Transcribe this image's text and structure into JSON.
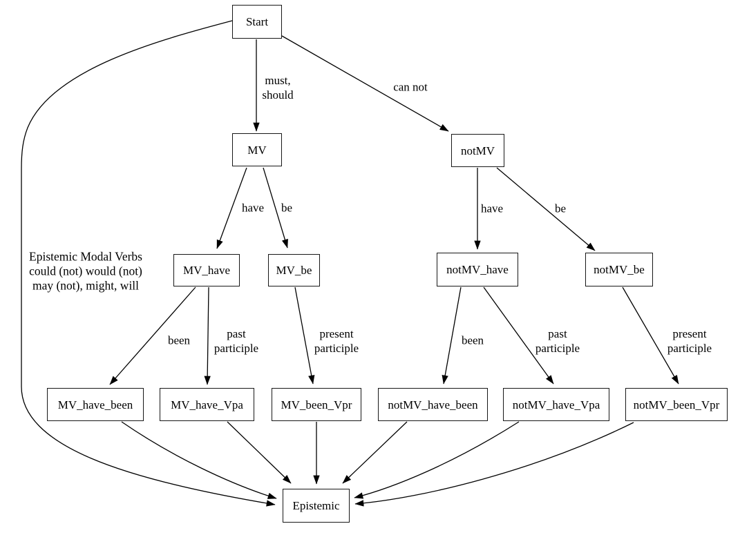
{
  "colors": {
    "background": "#ffffff",
    "node_border": "#161616",
    "edge": "#000000",
    "text": "#000000"
  },
  "legend": {
    "text": "Epistemic Modal Verbs\ncould (not) would (not)\nmay (not), might, will"
  },
  "nodes": [
    {
      "id": "start",
      "label": "Start"
    },
    {
      "id": "mv",
      "label": "MV"
    },
    {
      "id": "notmv",
      "label": "notMV"
    },
    {
      "id": "mv_have",
      "label": "MV_have"
    },
    {
      "id": "mv_be",
      "label": "MV_be"
    },
    {
      "id": "notmv_have",
      "label": "notMV_have"
    },
    {
      "id": "notmv_be",
      "label": "notMV_be"
    },
    {
      "id": "mv_have_been",
      "label": "MV_have_been"
    },
    {
      "id": "mv_have_vpa",
      "label": "MV_have_Vpa"
    },
    {
      "id": "mv_been_vpr",
      "label": "MV_been_Vpr"
    },
    {
      "id": "notmv_have_been",
      "label": "notMV_have_been"
    },
    {
      "id": "notmv_have_vpa",
      "label": "notMV_have_Vpa"
    },
    {
      "id": "notmv_been_vpr",
      "label": "notMV_been_Vpr"
    },
    {
      "id": "epistemic",
      "label": "Epistemic"
    }
  ],
  "edges": [
    {
      "id": "e1",
      "from": "start",
      "to": "mv",
      "label": "must,\nshould"
    },
    {
      "id": "e2",
      "from": "start",
      "to": "notmv",
      "label": "can not"
    },
    {
      "id": "e3",
      "from": "start",
      "to": "epistemic",
      "label": ""
    },
    {
      "id": "e4",
      "from": "mv",
      "to": "mv_have",
      "label": "have"
    },
    {
      "id": "e5",
      "from": "mv",
      "to": "mv_be",
      "label": "be"
    },
    {
      "id": "e6",
      "from": "notmv",
      "to": "notmv_have",
      "label": "have"
    },
    {
      "id": "e7",
      "from": "notmv",
      "to": "notmv_be",
      "label": "be"
    },
    {
      "id": "e8",
      "from": "mv_have",
      "to": "mv_have_been",
      "label": "been"
    },
    {
      "id": "e9",
      "from": "mv_have",
      "to": "mv_have_vpa",
      "label": "past\nparticiple"
    },
    {
      "id": "e10",
      "from": "mv_be",
      "to": "mv_been_vpr",
      "label": "present\nparticiple"
    },
    {
      "id": "e11",
      "from": "notmv_have",
      "to": "notmv_have_been",
      "label": "been"
    },
    {
      "id": "e12",
      "from": "notmv_have",
      "to": "notmv_have_vpa",
      "label": "past\nparticiple"
    },
    {
      "id": "e13",
      "from": "notmv_be",
      "to": "notmv_been_vpr",
      "label": "present\nparticiple"
    },
    {
      "id": "e14",
      "from": "mv_have_been",
      "to": "epistemic",
      "label": ""
    },
    {
      "id": "e15",
      "from": "mv_have_vpa",
      "to": "epistemic",
      "label": ""
    },
    {
      "id": "e16",
      "from": "mv_been_vpr",
      "to": "epistemic",
      "label": ""
    },
    {
      "id": "e17",
      "from": "notmv_have_been",
      "to": "epistemic",
      "label": ""
    },
    {
      "id": "e18",
      "from": "notmv_have_vpa",
      "to": "epistemic",
      "label": ""
    },
    {
      "id": "e19",
      "from": "notmv_been_vpr",
      "to": "epistemic",
      "label": ""
    }
  ]
}
